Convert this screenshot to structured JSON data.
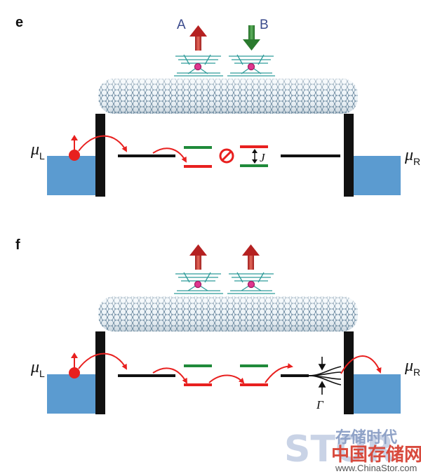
{
  "panels": [
    {
      "letter": "e",
      "molecule_labels": [
        "A",
        "B"
      ],
      "mu_left_symbol": "μ",
      "mu_left_sub": "L",
      "mu_right_symbol": "μ",
      "mu_right_sub": "R",
      "coupling_symbol": "J",
      "spin_A": "up",
      "spin_B": "down",
      "state": "blocked"
    },
    {
      "letter": "f",
      "mu_left_symbol": "μ",
      "mu_left_sub": "L",
      "mu_right_symbol": "μ",
      "mu_right_sub": "R",
      "broadening_symbol": "Γ",
      "spin_A": "up",
      "spin_B": "up",
      "state": "transmitting"
    }
  ],
  "watermark": {
    "logo_text": "STOR",
    "cn_top": "存储时代",
    "cn_main": "中国存储网",
    "url": "www.ChinaStor.com"
  },
  "colors": {
    "lead_blue": "#5b9bd0",
    "barrier": "#111111",
    "level_red": "#e8201f",
    "level_green": "#1f8a3a",
    "arrow_red": "#c72828",
    "arrow_green": "#2e8b32",
    "nanotube": "#9fb6c8",
    "magnetic_ion": "#e0368f",
    "ligand": "#2f9c9a"
  }
}
